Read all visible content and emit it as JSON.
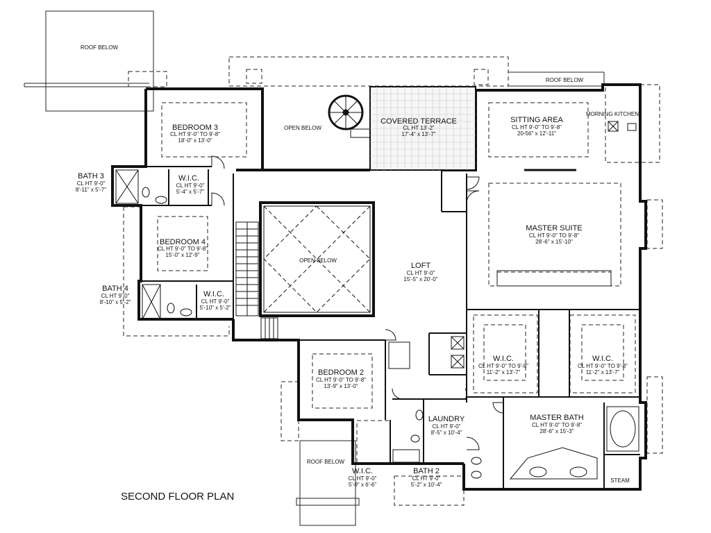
{
  "plan_title": "SECOND FLOOR PLAN",
  "rooms": {
    "roof_below_1": {
      "name": "ROOF BELOW"
    },
    "roof_below_2": {
      "name": "ROOF BELOW"
    },
    "roof_below_3": {
      "name": "ROOF BELOW"
    },
    "open_below_1": {
      "name": "OPEN BELOW"
    },
    "open_below_2": {
      "name": "OPEN BELOW"
    },
    "bedroom3": {
      "name": "BEDROOM 3",
      "ceiling": "CL HT 9'-0\" TO 9'-8\"",
      "size": "18'-0\" x 13'-0\""
    },
    "covered_terrace": {
      "name": "COVERED TERRACE",
      "ceiling": "CL HT 13'-2\"",
      "size": "17'-4\" x 13'-7\""
    },
    "sitting_area": {
      "name": "SITTING AREA",
      "ceiling": "CL HT 9'-0\" TO 9'-8\"",
      "size": "20-56\" x 12'-11\""
    },
    "morning_kitchen": {
      "name": "MORNING KITCHEN"
    },
    "bath3": {
      "name": "BATH 3",
      "ceiling": "CL HT 9'-0\"",
      "size": "8'-11\" x 5'-7\""
    },
    "wic3": {
      "name": "W.I.C.",
      "ceiling": "CL HT 9'-0\"",
      "size": "5'-4\" x 5'-7\""
    },
    "bedroom4": {
      "name": "BEDROOM 4",
      "ceiling": "CL HT 9'-0\" TO 9'-8\"",
      "size": "15'-0\" x 12'-9\""
    },
    "master_suite": {
      "name": "MASTER SUITE",
      "ceiling": "CL HT 9'-0\" TO 9'-8\"",
      "size": "28'-6\" x 15'-10\""
    },
    "loft": {
      "name": "LOFT",
      "ceiling": "CL HT 9'-0\"",
      "size": "15'-5\" x 20'-0\""
    },
    "bath4": {
      "name": "BATH 4",
      "ceiling": "CL HT 9'-0\"",
      "size": "8'-10\" x 5'-2\""
    },
    "wic4": {
      "name": "W.I.C.",
      "ceiling": "CL HT 9'-0\"",
      "size": "5'-10\" x 5'-2\""
    },
    "wic_master_left": {
      "name": "W.I.C.",
      "ceiling": "CL HT 9'-0\" TO 9'-8\"",
      "size": "11'-2\" x 13'-7\""
    },
    "wic_master_right": {
      "name": "W.I.C.",
      "ceiling": "CL HT 9'-0\" TO 9'-8\"",
      "size": "11'-2\" x 13'-7\""
    },
    "bedroom2": {
      "name": "BEDROOM 2",
      "ceiling": "CL HT 9'-0\" TO 9'-8\"",
      "size": "13'-9\" x 13'-0\""
    },
    "laundry": {
      "name": "LAUNDRY",
      "ceiling": "CL HT 9'-0\"",
      "size": "8'-5\" x 10'-4\""
    },
    "master_bath": {
      "name": "MASTER BATH",
      "ceiling": "CL HT 9'-0\" TO 9'-8\"",
      "size": "28'-6\" x 15'-3\""
    },
    "wic2": {
      "name": "W.I.C.",
      "ceiling": "CL HT 9'-0\"",
      "size": "5'-0\" x 6'-6\""
    },
    "bath2": {
      "name": "BATH 2",
      "ceiling": "CL HT 9'-0\"",
      "size": "5'-2\" x 10'-4\""
    },
    "steam": {
      "name": "STEAM"
    }
  }
}
